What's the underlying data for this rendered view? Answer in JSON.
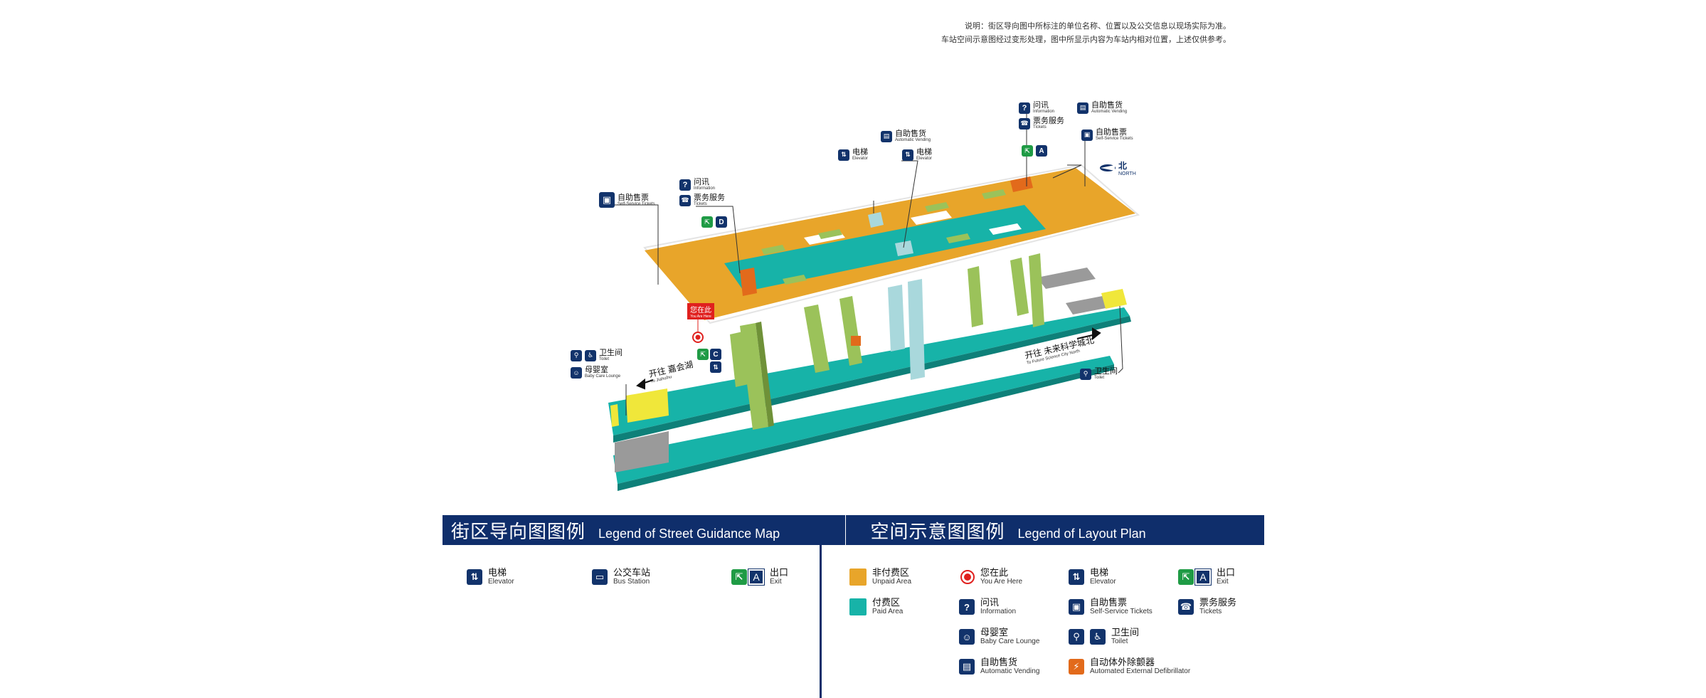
{
  "note": {
    "line1": "说明：街区导向图中所标注的单位名称、位置以及公交信息以现场实际为准。",
    "line2": "车站空间示意图经过变形处理，图中所显示内容为车站内相对位置，上述仅供参考。"
  },
  "map": {
    "north_cn": "北",
    "north_en": "NORTH",
    "dir_left_cn": "开往 嘉会湖",
    "dir_left_en": "To Jiahuihu",
    "dir_right_cn": "开往 未来科学城北",
    "dir_right_en": "To Future Science City North",
    "you_are_here_cn": "您在此",
    "you_are_here_en": "You Are Here",
    "callouts": {
      "self_tickets_left": {
        "cn": "自助售票",
        "en": "Self-Service Tickets"
      },
      "info_left": {
        "cn": "问讯",
        "en": "Information"
      },
      "tickets_left": {
        "cn": "票务服务",
        "en": "Tickets"
      },
      "exit_d": "D",
      "elevator_1": {
        "cn": "电梯",
        "en": "Elevator"
      },
      "vending_mid": {
        "cn": "自助售货",
        "en": "Automatic Vending"
      },
      "elevator_2": {
        "cn": "电梯",
        "en": "Elevator"
      },
      "info_right": {
        "cn": "问讯",
        "en": "Information"
      },
      "tickets_right": {
        "cn": "票务服务",
        "en": "Tickets"
      },
      "exit_a": "A",
      "vending_right": {
        "cn": "自助售货",
        "en": "Automatic Vending"
      },
      "self_tickets_right": {
        "cn": "自助售票",
        "en": "Self-Service Tickets"
      },
      "toilet_left": {
        "cn": "卫生间",
        "en": "Toilet"
      },
      "baby_left": {
        "cn": "母婴室",
        "en": "Baby Care Lounge"
      },
      "exit_c": "C",
      "toilet_right": {
        "cn": "卫生间",
        "en": "Toilet"
      }
    }
  },
  "legend_street": {
    "title_cn": "街区导向图图例",
    "title_en": "Legend of Street Guidance Map",
    "items": [
      {
        "icon": "elevator-icon",
        "cn": "电梯",
        "en": "Elevator"
      },
      {
        "icon": "bus-icon",
        "cn": "公交车站",
        "en": "Bus Station"
      },
      {
        "icon": "exit-icon",
        "letter": "A",
        "cn": "出口",
        "en": "Exit"
      }
    ]
  },
  "legend_layout": {
    "title_cn": "空间示意图图例",
    "title_en": "Legend of Layout Plan",
    "colors": {
      "unpaid": "#e8a52a",
      "paid": "#17b3a8",
      "accent": "#0f2e6b"
    },
    "items": {
      "unpaid": {
        "cn": "非付费区",
        "en": "Unpaid Area"
      },
      "paid": {
        "cn": "付费区",
        "en": "Paid Area"
      },
      "here": {
        "cn": "您在此",
        "en": "You Are Here"
      },
      "info": {
        "cn": "问讯",
        "en": "Information"
      },
      "baby": {
        "cn": "母婴室",
        "en": "Baby Care Lounge"
      },
      "vending": {
        "cn": "自助售货",
        "en": "Automatic Vending"
      },
      "elevator": {
        "cn": "电梯",
        "en": "Elevator"
      },
      "self_tickets": {
        "cn": "自助售票",
        "en": "Self-Service Tickets"
      },
      "toilet": {
        "cn": "卫生间",
        "en": "Toilet"
      },
      "aed": {
        "cn": "自动体外除颤器",
        "en": "Automated External Defibrillator"
      },
      "exit": {
        "cn": "出口",
        "en": "Exit",
        "letter": "A"
      },
      "tickets": {
        "cn": "票务服务",
        "en": "Tickets"
      }
    }
  }
}
